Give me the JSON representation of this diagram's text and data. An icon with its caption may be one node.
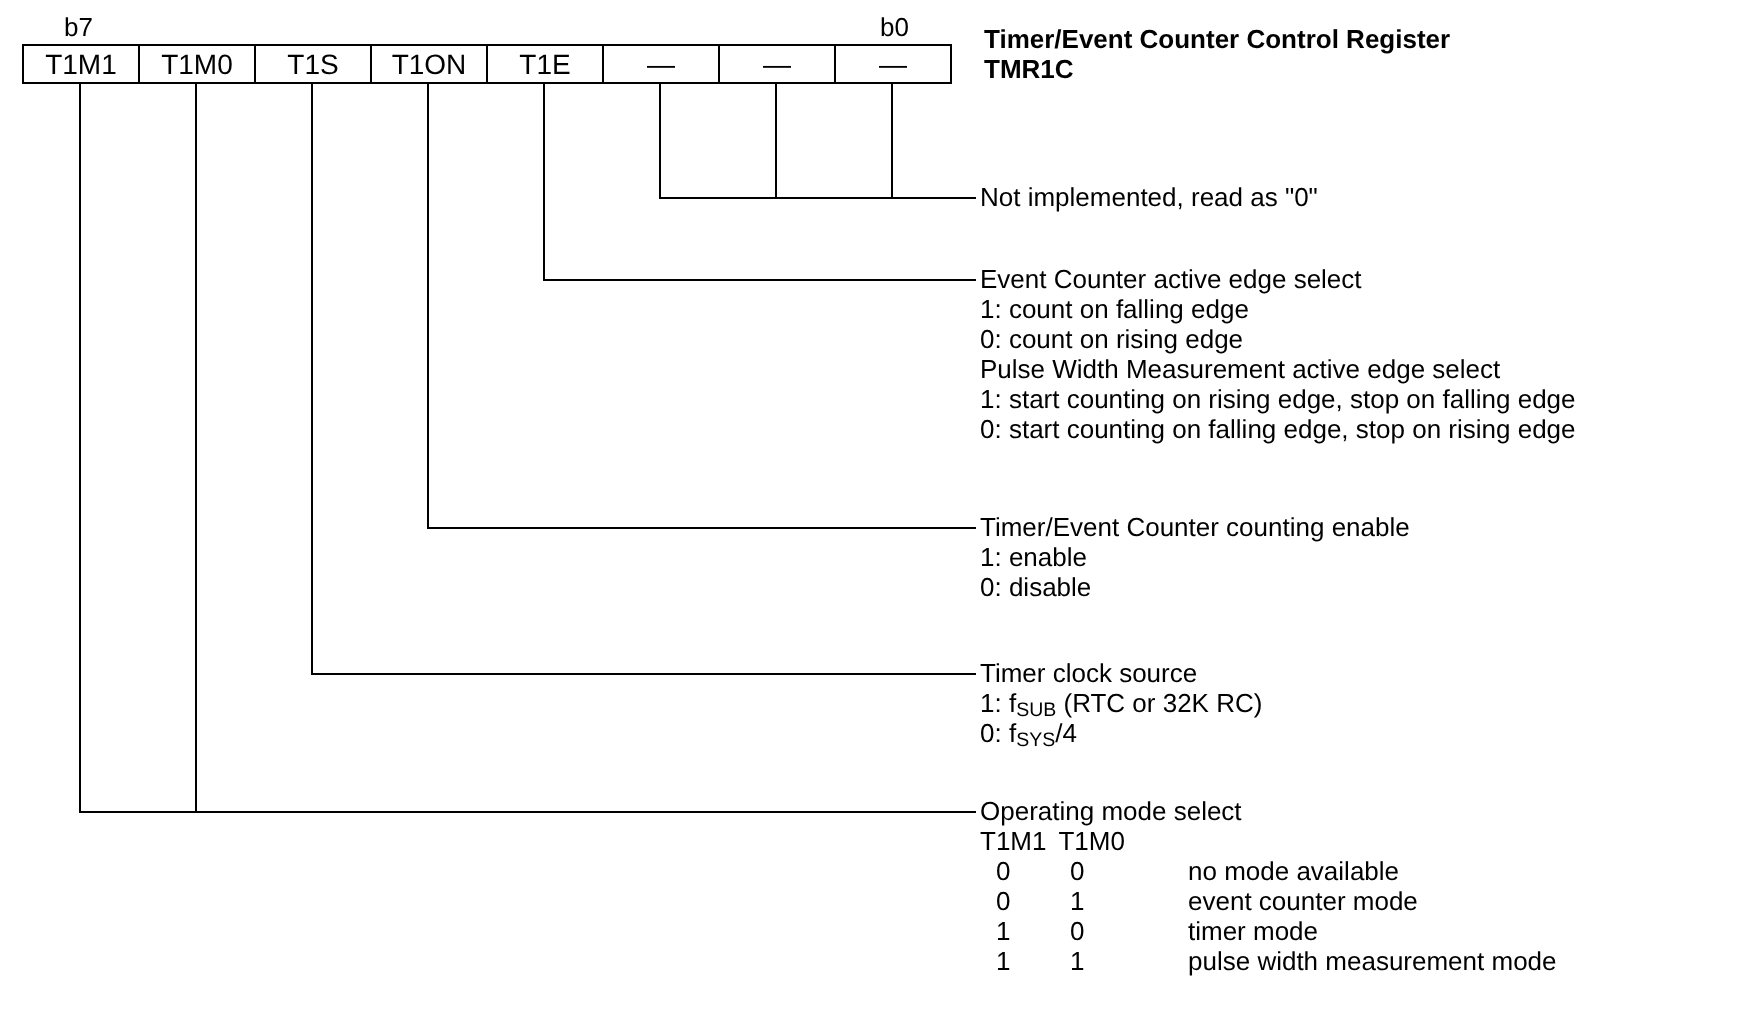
{
  "diagram": {
    "title": "Timer/Event Counter Control Register TMR1C",
    "nodes": [
      {
        "text": [
          "T1M1"
        ]
      },
      {
        "text": [
          "T1M0"
        ]
      },
      {
        "text": [
          "T1S"
        ]
      },
      {
        "text": [
          "T1ON"
        ]
      },
      {
        "text": [
          "T1E"
        ]
      },
      {
        "text": [
          "—"
        ]
      },
      {
        "text": [
          "—"
        ]
      },
      {
        "text": [
          "—"
        ]
      },
      {
        "text": [
          "Not implemented, read as \"0\""
        ]
      },
      {
        "text": [
          "Event Counter active edge select",
          "1: count on falling edge",
          "0: count on rising edge",
          "Pulse Width Measurement active edge select",
          "1: start counting on rising edge, stop on falling edge",
          "0: start counting on falling edge, stop on rising edge"
        ]
      },
      {
        "text": [
          "Timer/Event Counter counting enable",
          "1: enable",
          "0: disable"
        ]
      },
      {
        "text": [
          "Timer clock source",
          "1: f$_{SUB}$ (RTC or 32K RC)",
          "0: f$_{SYS}$/4"
        ]
      },
      {
        "text": [
          "Operating mode select",
          "T1M1",
          "T1M0",
          "0",
          "0",
          "no mode available",
          "0",
          "1",
          "event counter mode",
          "1",
          "0",
          "timer mode",
          "1",
          "1",
          "pulse width measurement mode"
        ]
      }
    ],
    "edges": [
      {
        "from": 5,
        "to": 8,
        "arrow": "none"
      },
      {
        "from": 6,
        "to": 8,
        "arrow": "none"
      },
      {
        "from": 7,
        "to": 8,
        "arrow": "none"
      },
      {
        "from": 4,
        "to": 9,
        "arrow": "none"
      },
      {
        "from": 3,
        "to": 10,
        "arrow": "none"
      },
      {
        "from": 2,
        "to": 11,
        "arrow": "none"
      },
      {
        "from": 1,
        "to": 12,
        "arrow": "none"
      },
      {
        "from": 0,
        "to": 12,
        "arrow": "none"
      }
    ],
    "labels": [
      "b7",
      "b0"
    ]
  }
}
